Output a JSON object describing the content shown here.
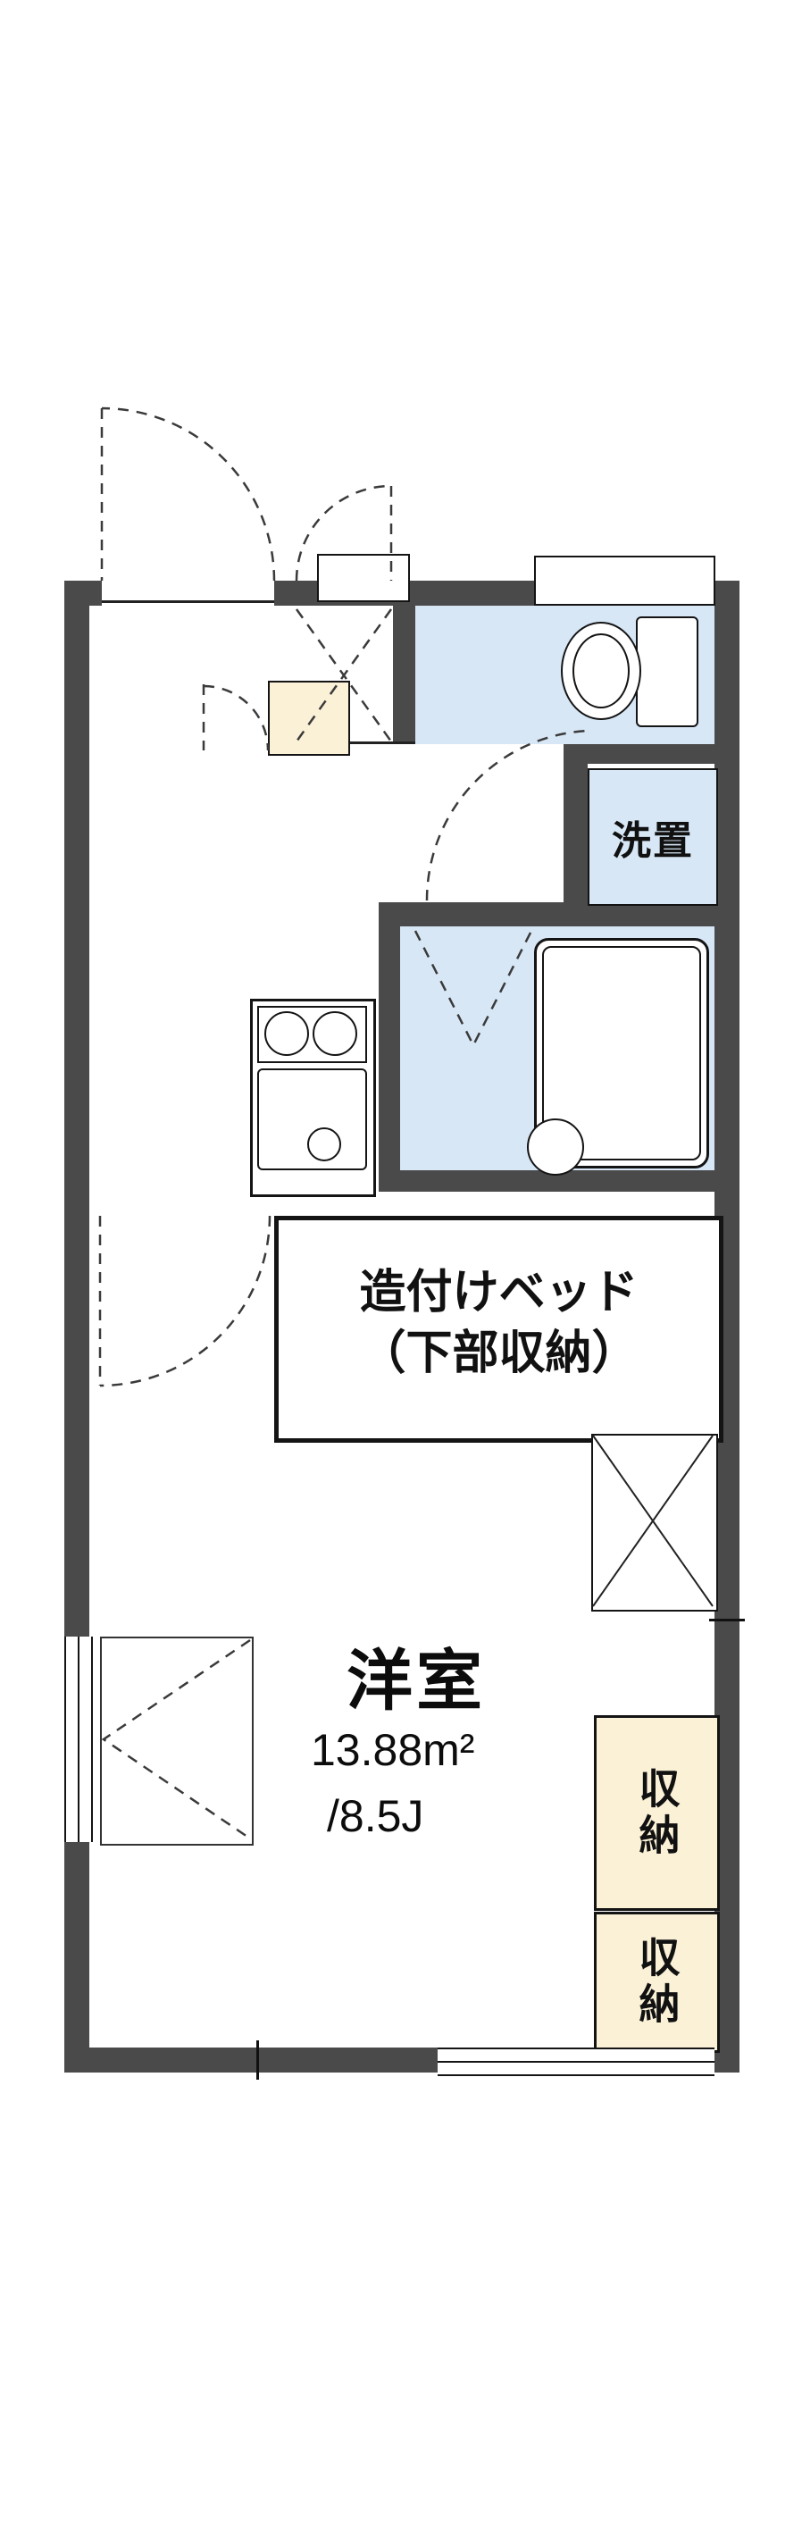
{
  "floorplan": {
    "labels": {
      "washer": "洗置",
      "bed_line1": "造付けベッド",
      "bed_line2": "（下部収納）",
      "room_name": "洋室",
      "room_area_m2": "13.88m²",
      "room_area_jo": "/8.5J",
      "storage1": "収納",
      "storage2": "収納"
    },
    "colors": {
      "wall": "#4a4a4a",
      "wet_area_fill": "#d7e7f6",
      "storage_fill": "#fbf1d7",
      "line": "#141414",
      "background": "#ffffff"
    }
  }
}
